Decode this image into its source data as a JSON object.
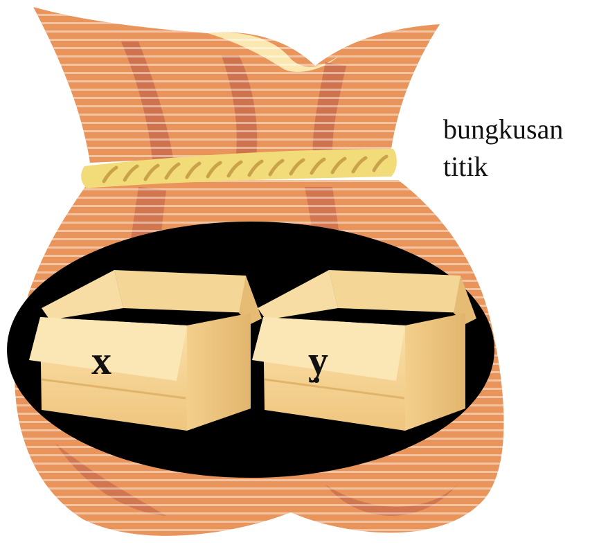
{
  "caption": {
    "line1": "bungkusan",
    "line2": "titik"
  },
  "boxes": [
    {
      "label": "x"
    },
    {
      "label": "y"
    }
  ],
  "colors": {
    "sack": "#e8945a",
    "sack_dark": "#c76a4a",
    "rope": "#f2dc7a",
    "oval": "#000000",
    "box": "#f6d594"
  }
}
